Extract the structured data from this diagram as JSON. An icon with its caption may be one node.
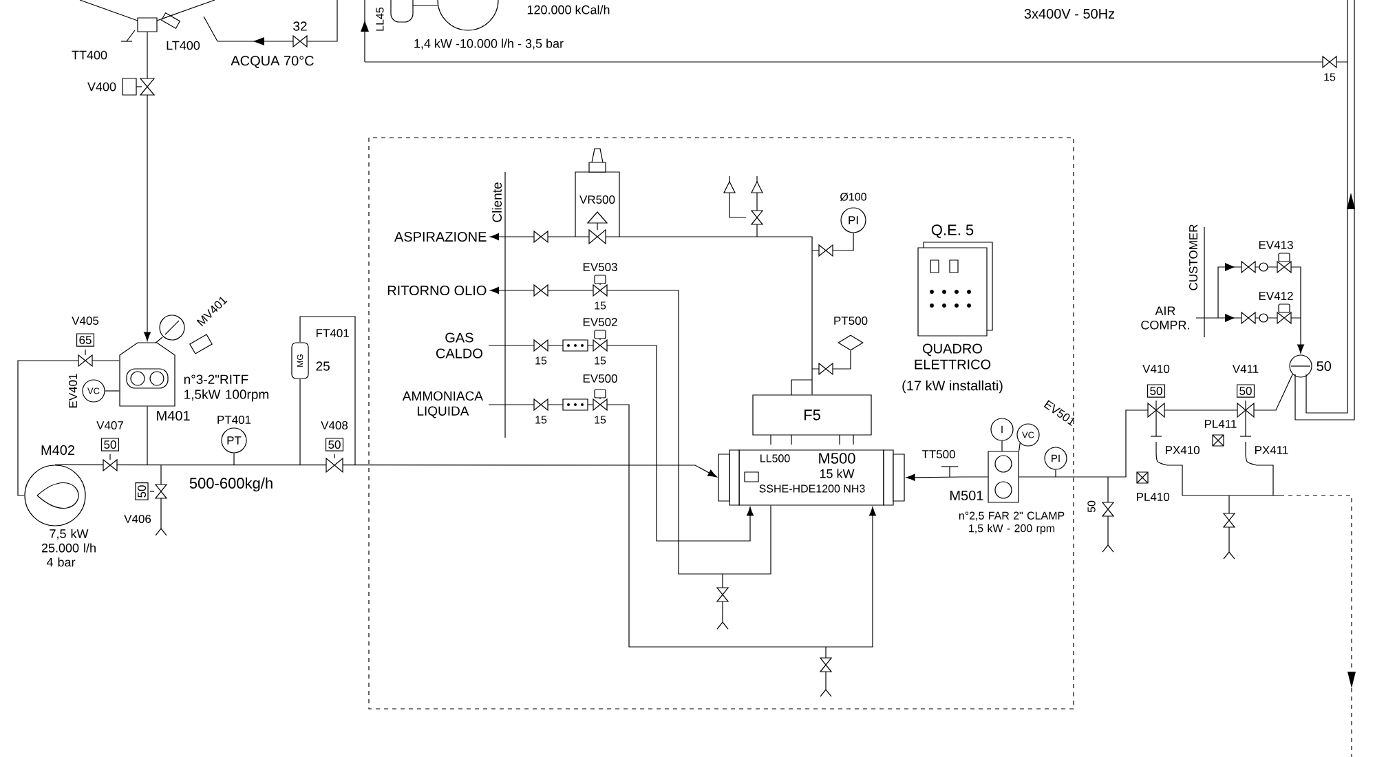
{
  "diagram": {
    "nodes": [
      {
        "text": [
          "n°3-2\"RITF 1,5kW 100rpm",
          "M401"
        ]
      },
      {
        "text": [
          "M402",
          "7,5 kW 25.000 l/h 4 bar"
        ]
      },
      {
        "text": [
          "FT401",
          "MG",
          "25"
        ]
      },
      {
        "text": [
          "PT"
        ],
        "beside": [
          "PT401"
        ]
      },
      {
        "text": [
          "F5"
        ]
      },
      {
        "text": [
          "LL500",
          "M500",
          "15 kW",
          "SSHE-HDE1200 NH3"
        ]
      },
      {
        "text": [
          "M501",
          "n°2,5 FAR 2\" CLAMP 1,5 kW - 200 rpm"
        ]
      },
      {
        "text": [
          "Q.E. 5",
          "QUADRO ELETTRICO",
          "(17 kW installati)"
        ]
      },
      {
        "text": [
          "PI"
        ],
        "beside": [
          "Ø100"
        ]
      },
      {
        "text": [],
        "shape": "diamond",
        "beside": [
          "PT500"
        ]
      },
      {
        "text": [
          "ASPIRAZIONE"
        ]
      },
      {
        "text": [
          "RITORNO OLIO"
        ]
      },
      {
        "text": [
          "GAS CALDO"
        ]
      },
      {
        "text": [
          "AMMONIACA LIQUIDA"
        ]
      },
      {
        "text": [
          "PI"
        ]
      },
      {
        "text": [],
        "shape": "circle",
        "beside": [
          "50"
        ]
      },
      {
        "text": [
          "VC"
        ]
      },
      {
        "text": [
          "I"
        ]
      },
      {
        "text": [
          "VC"
        ]
      },
      {
        "text": [
          "65"
        ]
      },
      {
        "text": [
          "50"
        ]
      },
      {
        "text": [
          "50"
        ]
      },
      {
        "text": [
          "50"
        ]
      },
      {
        "text": [
          "50"
        ]
      },
      {
        "text": [
          "50"
        ]
      },
      {
        "text": [
          "AIR COMPR."
        ]
      },
      {
        "text": [],
        "shape": "box"
      }
    ],
    "edges": [
      {
        "from": 26,
        "to": 0,
        "arrow": "to"
      },
      {
        "from": 0,
        "to": 1,
        "arrow": "none"
      },
      {
        "from": 1,
        "to": 5,
        "arrow": "to"
      },
      {
        "from": 6,
        "to": 5,
        "arrow": "to"
      },
      {
        "from": 4,
        "to": 10,
        "arrow": "to"
      },
      {
        "from": 5,
        "to": 11,
        "arrow": "to"
      },
      {
        "from": 12,
        "to": 5,
        "arrow": "to"
      },
      {
        "from": 13,
        "to": 5,
        "arrow": "to"
      },
      {
        "from": 25,
        "to": 15,
        "arrow": "to"
      },
      {
        "from": 6,
        "to": 15,
        "arrow": "none"
      },
      {
        "from": 3,
        "to": null,
        "arrow": "none"
      },
      {
        "from": 2,
        "to": null,
        "arrow": "none"
      },
      {
        "from": 2,
        "to": null,
        "arrow": "none"
      },
      {
        "from": 0,
        "to": null,
        "arrow": "none"
      },
      {
        "from": 8,
        "to": null,
        "arrow": "none"
      },
      {
        "from": 9,
        "to": null,
        "arrow": "none"
      },
      {
        "from": 14,
        "to": null,
        "arrow": "none"
      },
      {
        "from": 17,
        "to": 6,
        "arrow": "none"
      },
      {
        "from": 18,
        "to": 6,
        "arrow": "none"
      },
      {
        "from": 16,
        "to": 0,
        "arrow": "none"
      }
    ],
    "labels": [
      "TT400",
      "LT400",
      "32",
      "ACQUA 70°C",
      "V400",
      "LL45",
      "120.000 kCal/h",
      "1,4 kW -10.000 l/h - 3,5 bar",
      "3x400V - 50Hz",
      "15",
      "Cliente",
      "VR500",
      "EV503",
      "15",
      "EV502",
      "15",
      "15",
      "EV500",
      "15",
      "15",
      "V405",
      "MV401",
      "EV401",
      "V407",
      "V408",
      "V406",
      "500-600kg/h",
      "TT500",
      "EV501",
      "50",
      "CUSTOMER",
      "EV413",
      "EV412",
      "V410",
      "V411",
      "PL411",
      "PX410",
      "PX411",
      "PL410"
    ]
  }
}
